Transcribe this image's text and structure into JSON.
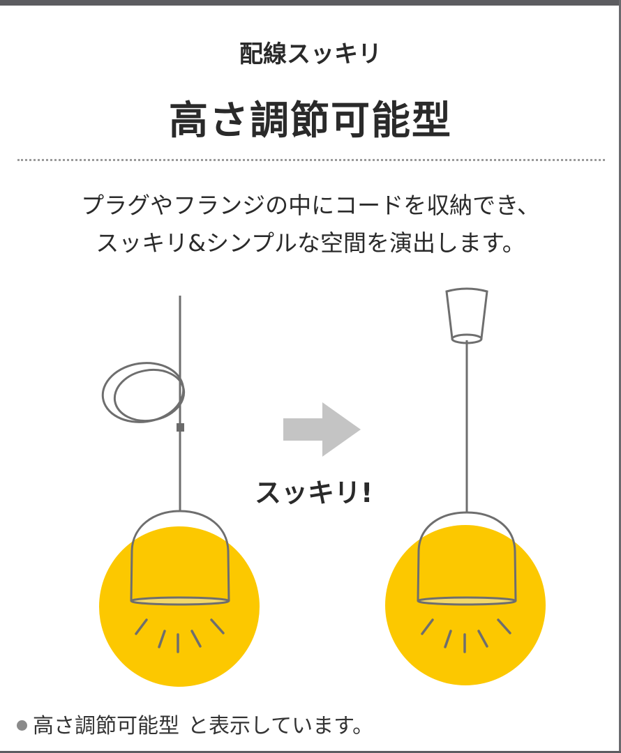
{
  "header": {
    "subtitle": "配線スッキリ",
    "title": "高さ調節可能型"
  },
  "description": {
    "lines": [
      "プラグやフランジの中にコードを収納でき、",
      "スッキリ&シンプルな空間を演出します。"
    ]
  },
  "illustration": {
    "before_label": "coiled cord pendant lamp",
    "after_label": "stowed cord pendant lamp with canopy",
    "arrow_icon": "right-arrow",
    "arrow_caption": "スッキリ!",
    "colors": {
      "glow": "#fcc800",
      "line": "#6e6e6e",
      "arrow": "#c4c4c4"
    }
  },
  "footnote": {
    "highlight": "高さ調節可能型",
    "text": "と表示しています。"
  },
  "colors": {
    "frame": "#5c5c60",
    "text": "#2a2a2a",
    "divider": "#9a9a9a"
  }
}
